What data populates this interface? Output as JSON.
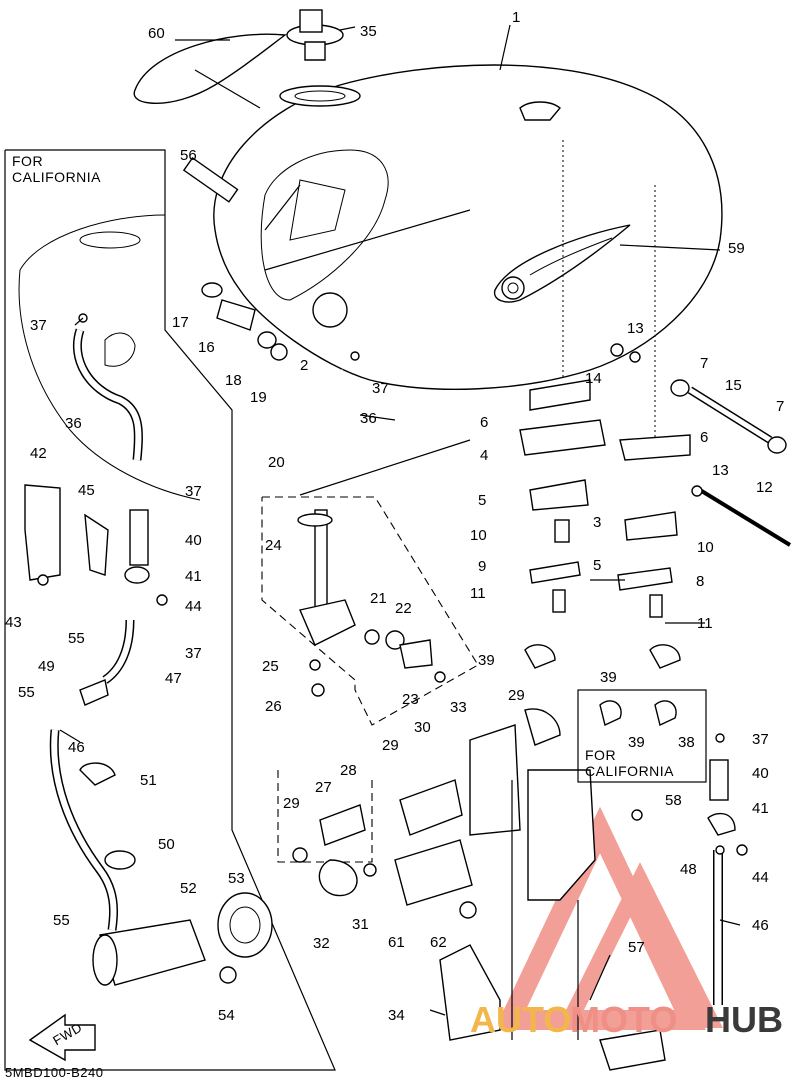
{
  "diagram": {
    "notes": {
      "california_left_line1": "FOR",
      "california_left_line2": "CALIFORNIA",
      "california_box_line1": "FOR",
      "california_box_line2": "CALIFORNIA",
      "drawing_code": "5MBD100-B240",
      "fwd_label": "FWD"
    },
    "callouts": [
      "1",
      "2",
      "3",
      "4",
      "5",
      "5",
      "6",
      "6",
      "7",
      "7",
      "8",
      "9",
      "10",
      "10",
      "11",
      "11",
      "12",
      "13",
      "13",
      "14",
      "15",
      "16",
      "17",
      "18",
      "19",
      "20",
      "21",
      "22",
      "23",
      "24",
      "25",
      "26",
      "27",
      "28",
      "29",
      "29",
      "29",
      "30",
      "31",
      "32",
      "33",
      "34",
      "35",
      "36",
      "36",
      "37",
      "37",
      "37",
      "37",
      "37",
      "38",
      "39",
      "39",
      "39",
      "40",
      "40",
      "41",
      "41",
      "42",
      "43",
      "44",
      "44",
      "45",
      "46",
      "46",
      "47",
      "48",
      "49",
      "50",
      "51",
      "52",
      "53",
      "54",
      "55",
      "55",
      "55",
      "56",
      "57",
      "58",
      "59",
      "60",
      "61",
      "62"
    ],
    "watermark": {
      "part1": "AUTO",
      "part2": "MOTO",
      "part3": "HUB",
      "color_auto": "#f2b64a",
      "color_moto": "#ef8f86",
      "color_hub": "#3a3a3a"
    }
  }
}
